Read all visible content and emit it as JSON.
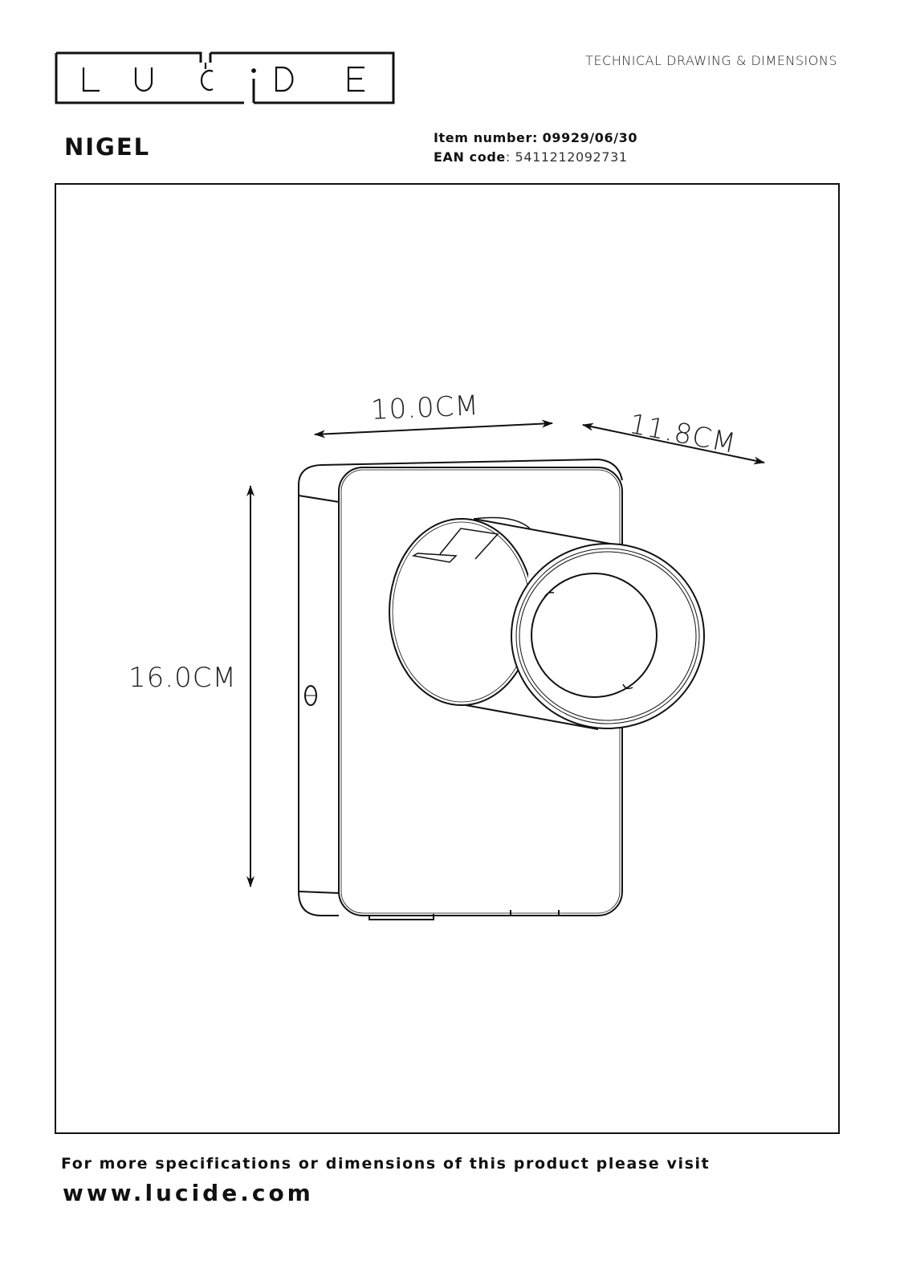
{
  "header": {
    "logo_text": "LUCIDE",
    "doc_type": "TECHNICAL DRAWING & DIMENSIONS"
  },
  "product": {
    "name": "NIGEL",
    "item_label": "Item number:",
    "item_number": "09929/06/30",
    "ean_label": "EAN code",
    "ean_code": ": 5411212092731"
  },
  "dimensions": {
    "width": "10.0CM",
    "depth": "11.8CM",
    "height": "16.0CM"
  },
  "footer": {
    "line1": "For more specifications or dimensions of this product please visit",
    "url": "www.lucide.com"
  }
}
